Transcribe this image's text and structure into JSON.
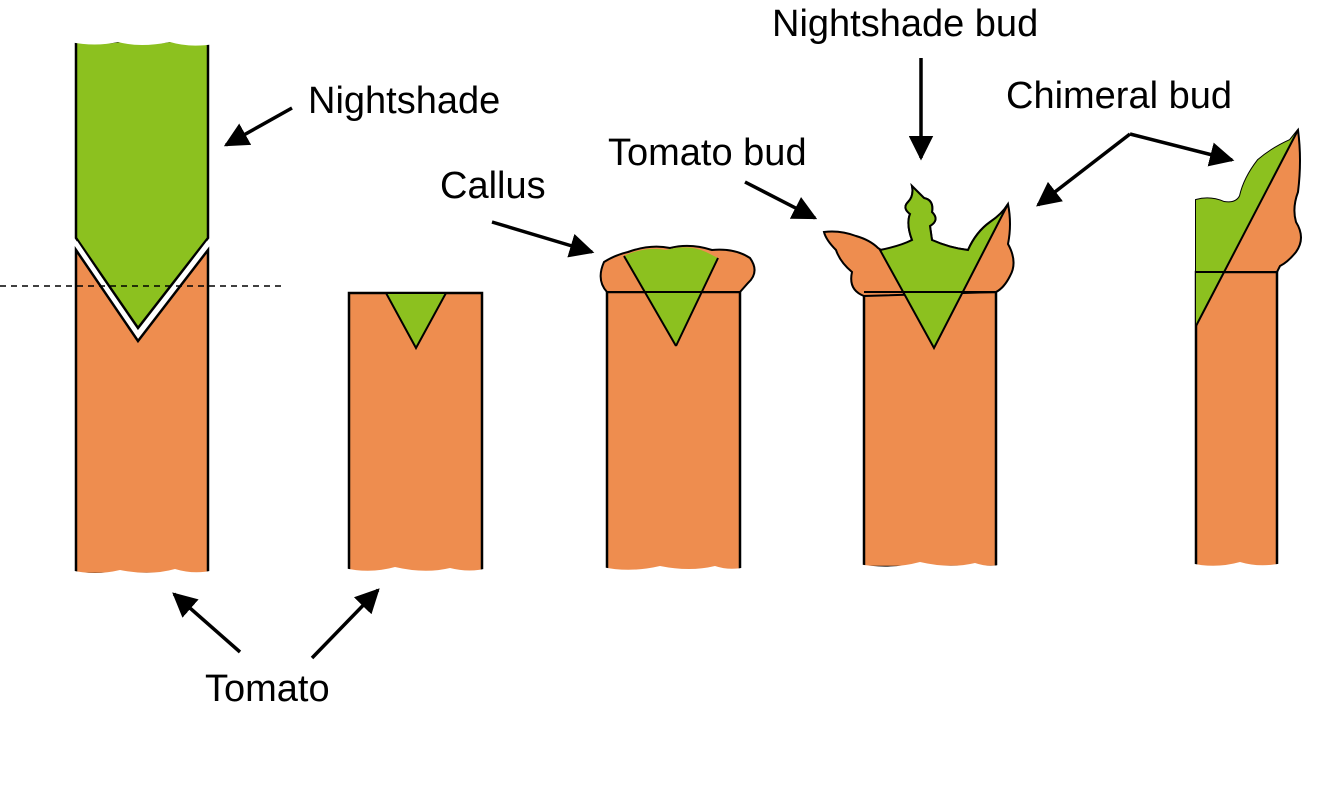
{
  "labels": {
    "nightshade": "Nightshade",
    "tomato": "Tomato",
    "callus": "Callus",
    "tomato_bud": "Tomato bud",
    "nightshade_bud": "Nightshade bud",
    "chimeral_bud": "Chimeral bud"
  },
  "colors": {
    "tomato_tissue": "#ee8d4f",
    "nightshade_tissue": "#8cc11f",
    "outline": "#000000",
    "background": "#ffffff"
  }
}
